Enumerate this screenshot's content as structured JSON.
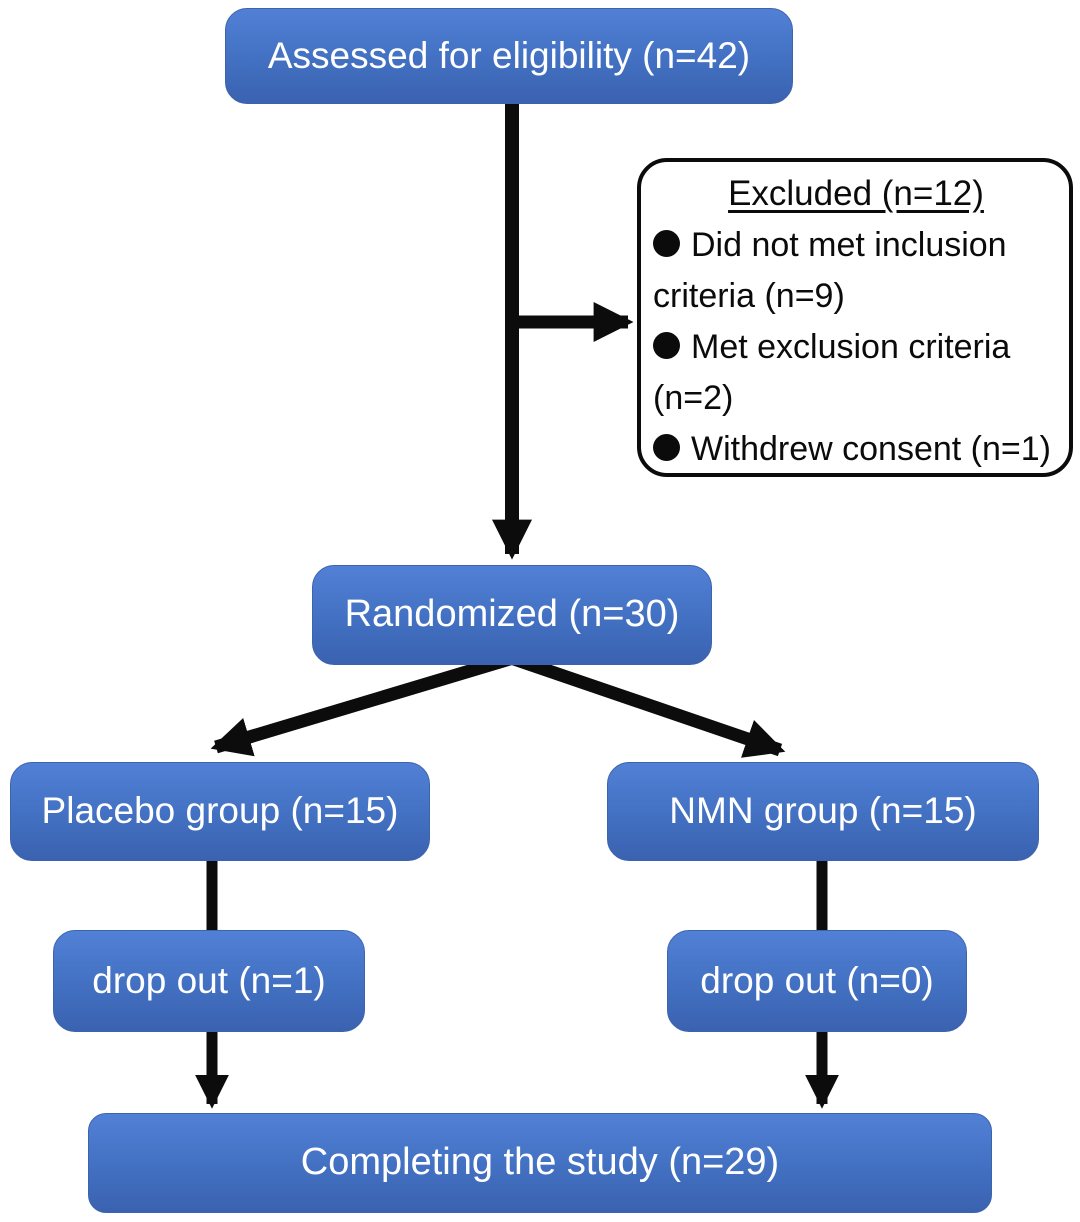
{
  "figure": {
    "type": "consort-flow-diagram",
    "description": "Participant flow chart of a randomized trial"
  },
  "colors": {
    "background": "#ffffff",
    "node_fill_top": "#5180d6",
    "node_fill_mid": "#4472c4",
    "node_fill_bottom": "#3a62b0",
    "node_edge": "#3c64ad",
    "node_text": "#ffffff",
    "arrow": "#0c0c0c",
    "excluded_bg": "#ffffff",
    "excluded_border": "#0b0b0b",
    "excluded_text": "#0b0b0b"
  },
  "nodes": {
    "assessed": {
      "label": "Assessed for eligibility (n=42)",
      "n": 42
    },
    "excluded": {
      "title": "Excluded (n=12)",
      "n": 12,
      "lines": [
        {
          "bullet": true,
          "text": "Did not met inclusion"
        },
        {
          "bullet": false,
          "text": "criteria (n=9)"
        },
        {
          "bullet": true,
          "text": "Met exclusion criteria"
        },
        {
          "bullet": false,
          "text": "(n=2)"
        },
        {
          "bullet": true,
          "text": "Withdrew consent (n=1)"
        }
      ]
    },
    "randomized": {
      "label": "Randomized (n=30)",
      "n": 30
    },
    "placebo_group": {
      "label": "Placebo group (n=15)",
      "n": 15
    },
    "nmn_group": {
      "label": "NMN group (n=15)",
      "n": 15
    },
    "placebo_dropout": {
      "label": "drop out (n=1)",
      "n": 1
    },
    "nmn_dropout": {
      "label": "drop out (n=0)",
      "n": 0
    },
    "completing": {
      "label": "Completing the study (n=29)",
      "n": 29
    }
  }
}
